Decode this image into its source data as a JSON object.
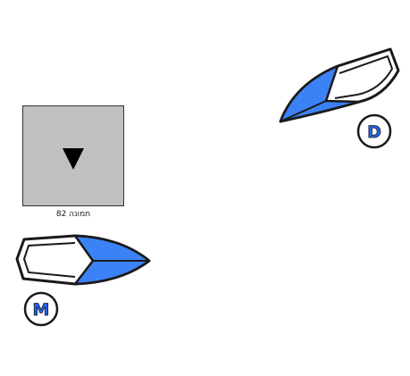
{
  "figure": {
    "caption": "תמונה 82",
    "arrow_symbol": "▼"
  },
  "boats": [
    {
      "label": "D",
      "hull_color": "#ffffff",
      "bow_color": "#3b82f6",
      "outline_color": "#1a1a1a"
    },
    {
      "label": "M",
      "hull_color": "#ffffff",
      "bow_color": "#3b82f6",
      "outline_color": "#1a1a1a"
    }
  ],
  "colors": {
    "bow_fill": "#3b82f6",
    "figure_bg": "#c0c0c0",
    "badge_text": "#2563eb"
  }
}
